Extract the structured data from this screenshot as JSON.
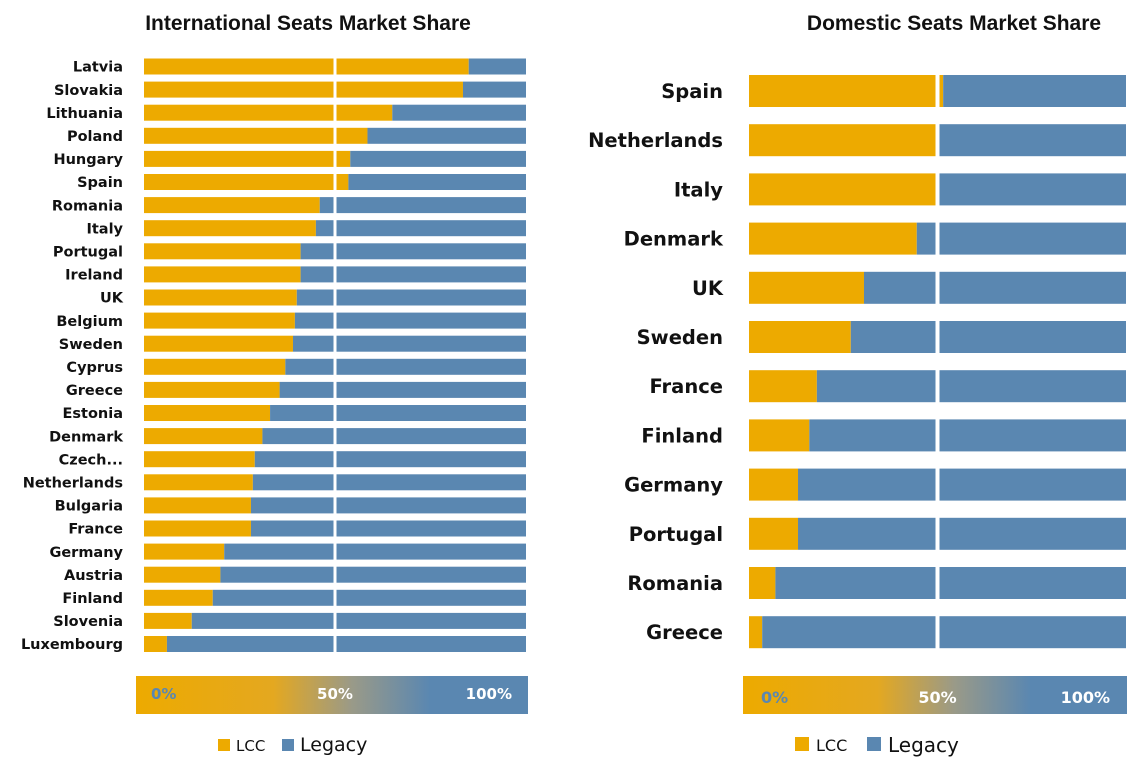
{
  "colors": {
    "lcc": "#EDAA00",
    "legacy": "#5A87B1",
    "midline": "#ffffff",
    "tick_text": "#ffffff",
    "tick_text_start": "#5A87B1"
  },
  "chart_data": [
    {
      "type": "bar",
      "orientation": "horizontal",
      "stacked": true,
      "title": "International Seats Market Share",
      "categories": [
        "Latvia",
        "Slovakia",
        "Lithuania",
        "Poland",
        "Hungary",
        "Spain",
        "Romania",
        "Italy",
        "Portugal",
        "Ireland",
        "UK",
        "Belgium",
        "Sweden",
        "Cyprus",
        "Greece",
        "Estonia",
        "Denmark",
        "Czech...",
        "Netherlands",
        "Bulgaria",
        "France",
        "Germany",
        "Austria",
        "Finland",
        "Slovenia",
        "Luxembourg"
      ],
      "series": [
        {
          "name": "LCC",
          "values": [
            85,
            83.5,
            65,
            58.5,
            54,
            53.5,
            46,
            45,
            41,
            41,
            40,
            39.5,
            39,
            37,
            35.5,
            33,
            31,
            29,
            28.5,
            28,
            28,
            21,
            20,
            18,
            12.5,
            6
          ]
        },
        {
          "name": "Legacy",
          "values": [
            15,
            16.5,
            35,
            41.5,
            46,
            46.5,
            54,
            55,
            59,
            59,
            60,
            60.5,
            61,
            63,
            64.5,
            67,
            69,
            71,
            71.5,
            72,
            72,
            79,
            80,
            82,
            87.5,
            94
          ]
        }
      ],
      "xlim": [
        0,
        100
      ],
      "xticks": [
        "0%",
        "50%",
        "100%"
      ],
      "legend": [
        "LCC",
        "Legacy"
      ],
      "legend_position": "bottom"
    },
    {
      "type": "bar",
      "orientation": "horizontal",
      "stacked": true,
      "title": "Domestic Seats Market Share",
      "categories": [
        "Spain",
        "Netherlands",
        "Italy",
        "Denmark",
        "UK",
        "Sweden",
        "France",
        "Finland",
        "Germany",
        "Portugal",
        "Romania",
        "Greece"
      ],
      "series": [
        {
          "name": "LCC",
          "values": [
            51.5,
            50.5,
            50,
            44.5,
            30.5,
            27,
            18,
            16,
            13,
            13,
            7,
            3.5
          ]
        },
        {
          "name": "Legacy",
          "values": [
            48.5,
            49.5,
            50,
            55.5,
            69.5,
            73,
            82,
            84,
            87,
            87,
            93,
            96.5
          ]
        }
      ],
      "xlim": [
        0,
        100
      ],
      "xticks": [
        "0%",
        "50%",
        "100%"
      ],
      "legend": [
        "LCC",
        "Legacy"
      ],
      "legend_position": "bottom"
    }
  ]
}
